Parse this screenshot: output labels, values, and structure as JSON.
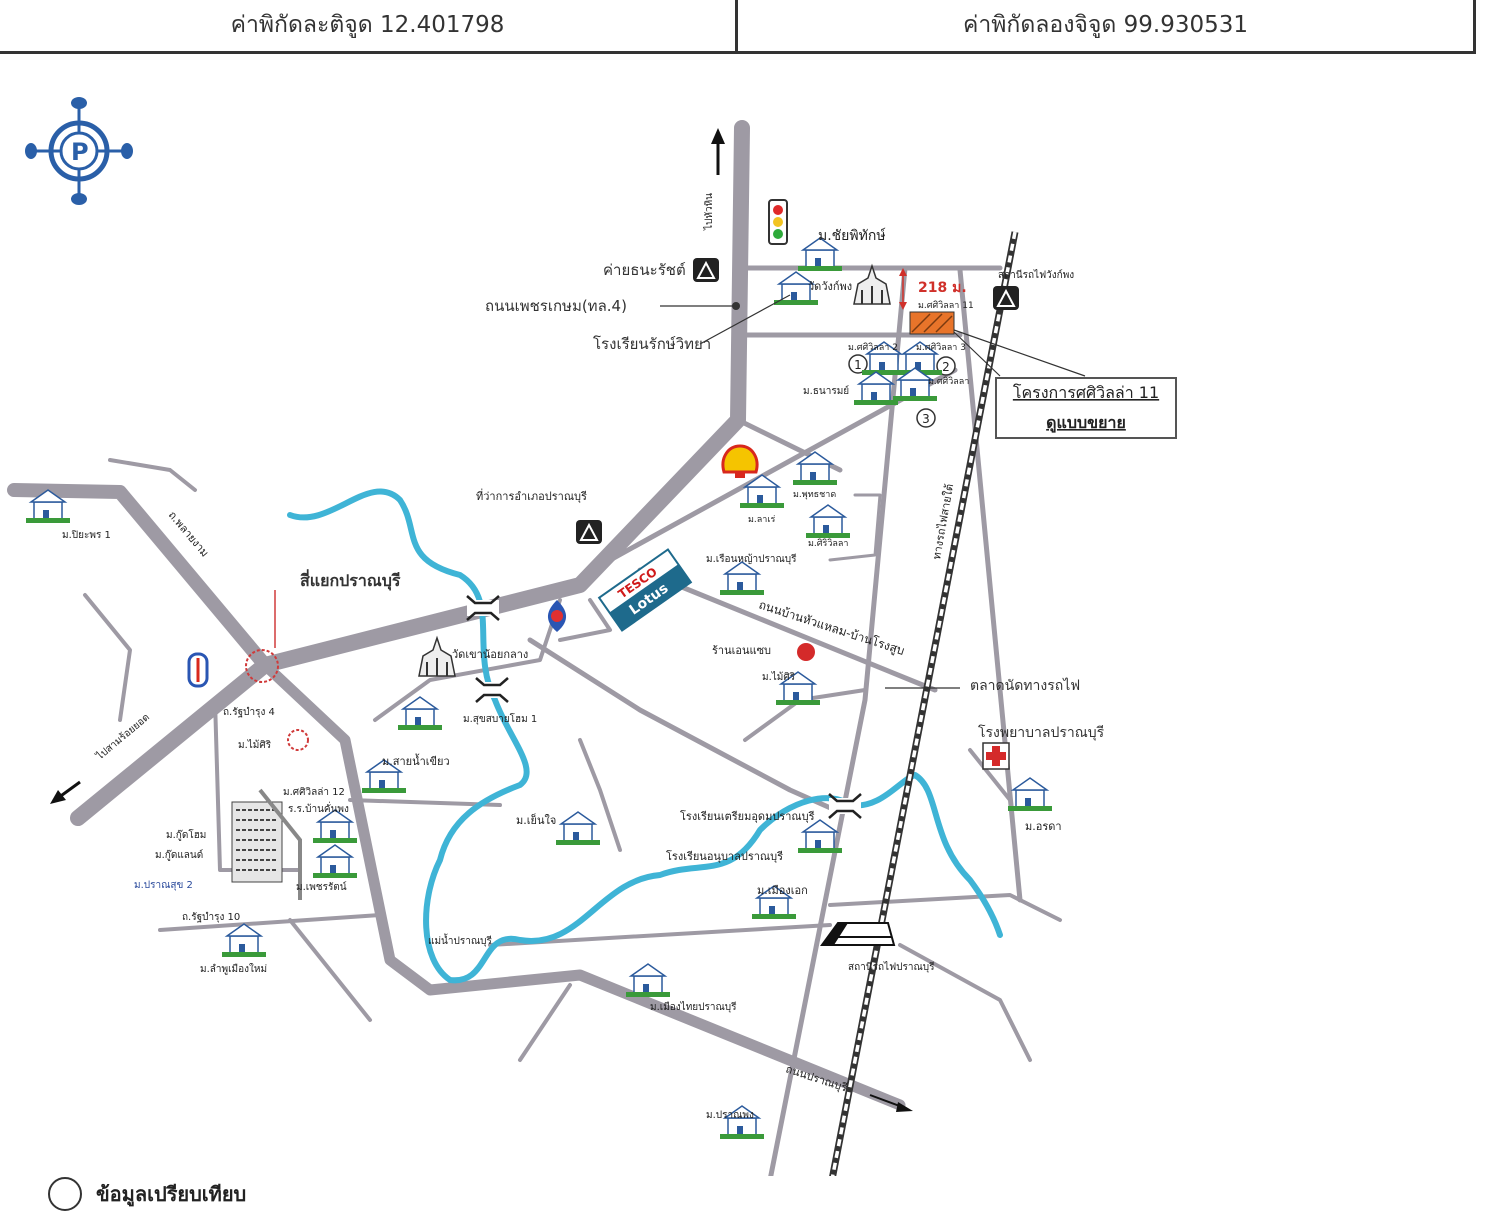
{
  "header": {
    "latitude_label": "ค่าพิกัดละติจูด 12.401798",
    "longitude_label": "ค่าพิกัดลองจิจูด 99.930531"
  },
  "map": {
    "colors": {
      "road": "#9e9aa4",
      "river": "#3fb4d6",
      "project": "#e8742a",
      "callout": "#555555",
      "distance": "#d0302a"
    },
    "icons": [
      "compass-icon",
      "traffic-light-icon",
      "camp-icon",
      "temple-icon",
      "shell-icon",
      "ptt-icon",
      "hospital-icon",
      "train-icon",
      "house-icon",
      "bridge-icon",
      "tesco-lotus-logo"
    ],
    "labels": {
      "camp_north": "ค่ายธนะรัชต์",
      "petchkasem_road": "ถนนเพชรเกษม(ทล.4)",
      "school_rak": "โรงเรียนรักษ์วิทยา",
      "chaiyaphat": "ม.ชัยพิทักษ์",
      "wat_wang": "วัดวังก์พง",
      "distance": "218 ม.",
      "sri_villa_top": "ม.ศศิวิลลา 11",
      "station_north": "สถานีรถไฟวังก์พง",
      "sri2": "ม.ศศิวิลลา 2",
      "sri3": "ม.ศศิวิลลา 3",
      "thanarom": "ม.ธนารมย์",
      "sri_villa_4": "ม.ศศิวิลลา",
      "project_line1": "โครงการศศิวิลล่า 11",
      "project_line2": "ดูแบบขยาย",
      "district_office": "ที่ว่าการอำเภอปราณบุรี",
      "phuttachat": "ม.พุทธชาด",
      "rare": "ม.ลาเร่",
      "sriwila": "ม.ศิริวิลลา",
      "rueang": "ม.เรือนหญ้าปราณบุรี",
      "piyaporn": "ม.ปิยะพร 1",
      "phrayam_road": "ถ.พลายงาม",
      "sianyak": "สี่แยกปราณบุรี",
      "hua_hin_road": "ถนนบ้านหัวแหลม-บ้านโรงสูบ",
      "shop": "ร้านเอนแซบ",
      "maisiri": "ม.ไม้ศิริ",
      "market": "ตลาดนัดทางรถไฟ",
      "hospital": "โรงพยาบาลปราณบุรี",
      "wat_khao": "วัดเขาน้อยกลาง",
      "suan_rim": "ม.สุขสบายโฮม 1",
      "sai_nam": "ม.สายน้ำเขียว",
      "srirua": "ถ.รัฐบำรุง 4",
      "maisiri2": "ม.ไม้ศิริ",
      "yen_jai": "ม.เย็นใจ",
      "school_pran": "โรงเรียนเตรียมอุดมปราณบุรี",
      "school_pran2": "โรงเรียนอนุบาลปราณบุรี",
      "orada": "ม.อรดา",
      "sri12": "ม.ศศิวิลล่า 12",
      "rabiang": "ร.ร.บ้านคั่นพง",
      "kool": "ม.กู๊ดโฮม",
      "goodland": "ม.กู๊ดแลนด์",
      "pransuk": "ม.ปราณสุข 2",
      "petchrathin": "ม.เพชรรัตน์",
      "rath10": "ถ.รัฐบำรุง 10",
      "lamphu": "ม.ลำพูเมืองใหม่",
      "muang_ek": "ม.เมืองเอก",
      "nam_pran": "แม่น้ำปราณบุรี",
      "station_pran": "สถานีรถไฟปราณบุรี",
      "muang_thai": "ม.เมืองไทยปราณบุรี",
      "pran_pong": "ม.ปราณพง",
      "railway": "ทางรถไฟสายใต้",
      "hua_hin_dir": "ไปหัวหิน",
      "pran_south": "ไปสามร้อยยอด",
      "pranburi_road": "ถนนปราณบุรี"
    }
  },
  "legend": {
    "label": "ข้อมูลเปรียบเทียบ"
  }
}
